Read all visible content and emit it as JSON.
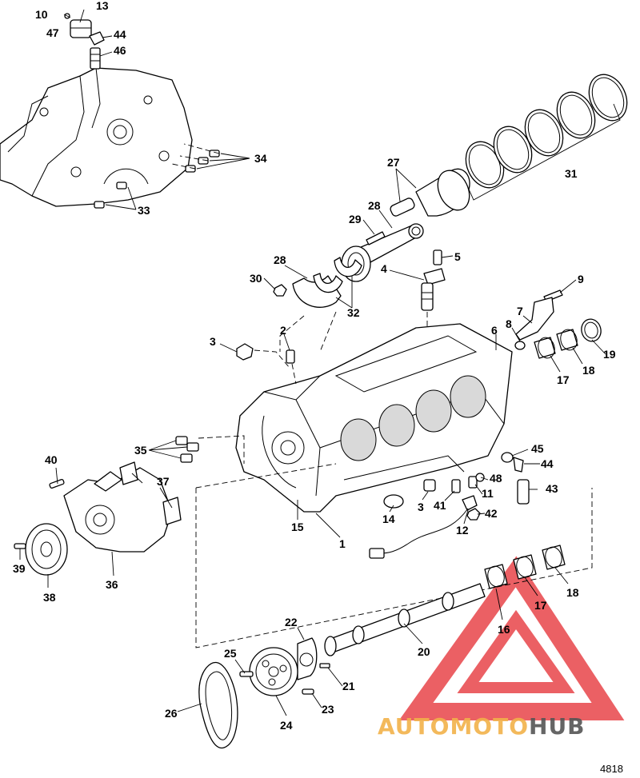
{
  "figure_number": "4818",
  "watermark": {
    "part1": "AUTOMOTO",
    "part2": "HUB",
    "color_primary": "#f2b24a",
    "color_secondary": "#555555",
    "logo_color": "#e8454a"
  },
  "callouts": {
    "c1": "1",
    "c2": "2",
    "c3a": "3",
    "c3b": "3",
    "c4": "4",
    "c5": "5",
    "c6": "6",
    "c7": "7",
    "c8": "8",
    "c9": "9",
    "c10": "10",
    "c11": "11",
    "c12": "12",
    "c13": "13",
    "c14": "14",
    "c15": "15",
    "c16": "16",
    "c17a": "17",
    "c17b": "17",
    "c18a": "18",
    "c18b": "18",
    "c19": "19",
    "c20": "20",
    "c21": "21",
    "c22": "22",
    "c23": "23",
    "c24": "24",
    "c25": "25",
    "c26": "26",
    "c27": "27",
    "c28a": "28",
    "c28b": "28",
    "c29": "29",
    "c30": "30",
    "c31": "31",
    "c32": "32",
    "c33": "33",
    "c34": "34",
    "c35": "35",
    "c36": "36",
    "c37": "37",
    "c38": "38",
    "c39": "39",
    "c40": "40",
    "c41": "41",
    "c42": "42",
    "c43": "43",
    "c44a": "44",
    "c44b": "44",
    "c45": "45",
    "c46": "46",
    "c47": "47",
    "c48": "48"
  }
}
